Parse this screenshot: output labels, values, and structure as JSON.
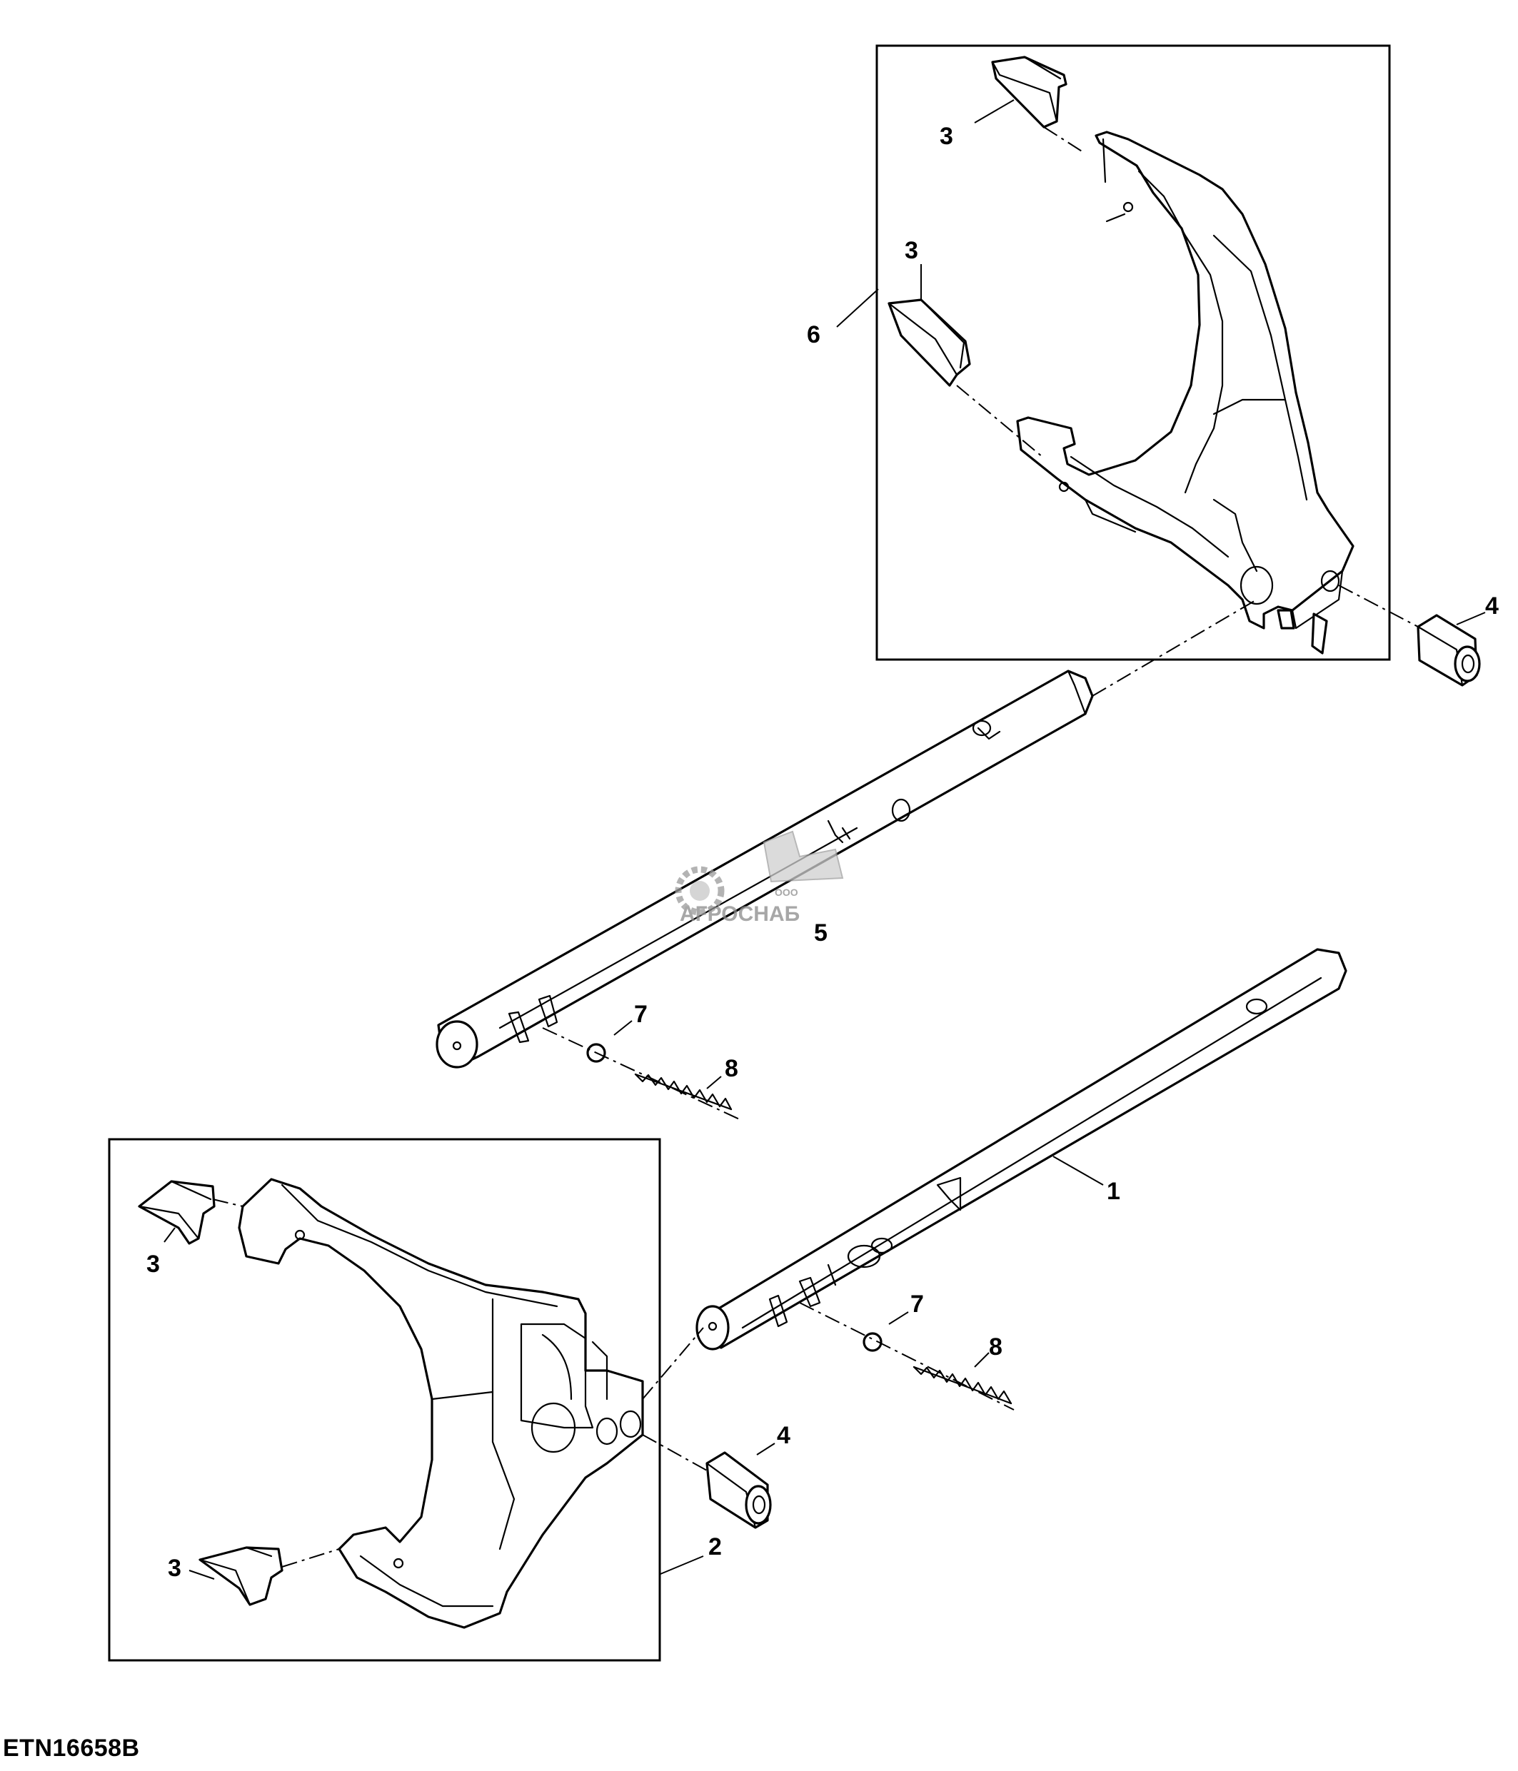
{
  "figure_id": "ETN16658B",
  "watermark": {
    "small": "ООО",
    "brand": "АГРОСНАБ"
  },
  "callouts": [
    {
      "id": "c3-top",
      "label": "3"
    },
    {
      "id": "c3-fork6-mid",
      "label": "3"
    },
    {
      "id": "c6",
      "label": "6"
    },
    {
      "id": "c4-top",
      "label": "4"
    },
    {
      "id": "c5",
      "label": "5"
    },
    {
      "id": "c7-top",
      "label": "7"
    },
    {
      "id": "c8-top",
      "label": "8"
    },
    {
      "id": "c1",
      "label": "1"
    },
    {
      "id": "c3-fork2-top",
      "label": "3"
    },
    {
      "id": "c7-bottom",
      "label": "7"
    },
    {
      "id": "c8-bottom",
      "label": "8"
    },
    {
      "id": "c4-bottom",
      "label": "4"
    },
    {
      "id": "c3-fork2-bottom",
      "label": "3"
    },
    {
      "id": "c2",
      "label": "2"
    }
  ],
  "colors": {
    "line": "#000000",
    "background": "#ffffff",
    "watermark": "#9a9a9a"
  }
}
